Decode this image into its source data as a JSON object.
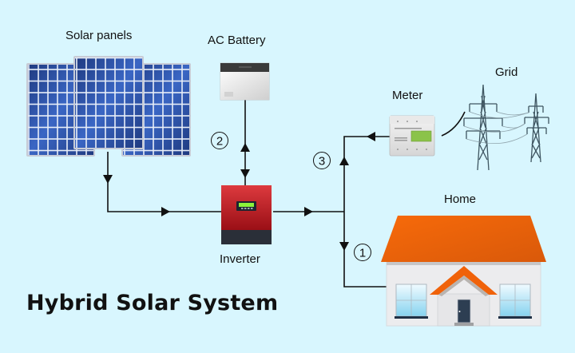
{
  "title": "Hybrid Solar System",
  "components": {
    "solar_panels": {
      "label": "Solar panels"
    },
    "ac_battery": {
      "label": "AC Battery"
    },
    "inverter": {
      "label": "Inverter"
    },
    "meter": {
      "label": "Meter"
    },
    "grid": {
      "label": "Grid"
    },
    "home": {
      "label": "Home"
    }
  },
  "flow_markers": [
    {
      "number": "1",
      "description": "Inverter to Home"
    },
    {
      "number": "2",
      "description": "Battery to/from Inverter"
    },
    {
      "number": "3",
      "description": "Grid via Meter"
    }
  ],
  "colors": {
    "background": "#d8f6fe",
    "panel_blue": "#2a4a9a",
    "inverter_red": "#c8262c",
    "inverter_base": "#2a2f38",
    "roof_orange": "#f0620a",
    "meter_display": "#8bc34a",
    "line": "#111111"
  }
}
